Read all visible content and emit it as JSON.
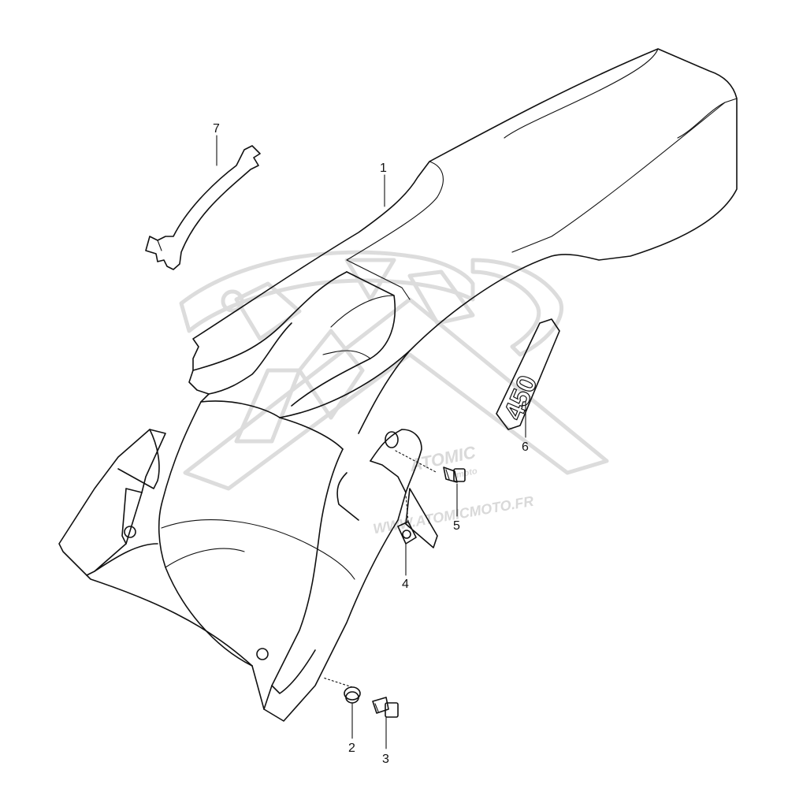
{
  "watermark": {
    "brand": "ATOMIC",
    "sub": "moto",
    "url": "WWW.ATOMICMOTO.FR",
    "color": "#d9d9d9"
  },
  "callouts": [
    {
      "id": "1",
      "label": "1"
    },
    {
      "id": "2",
      "label": "2"
    },
    {
      "id": "3",
      "label": "3"
    },
    {
      "id": "4",
      "label": "4"
    },
    {
      "id": "5",
      "label": "5"
    },
    {
      "id": "6",
      "label": "6"
    },
    {
      "id": "7",
      "label": "7"
    }
  ],
  "decal": {
    "text": "450"
  }
}
